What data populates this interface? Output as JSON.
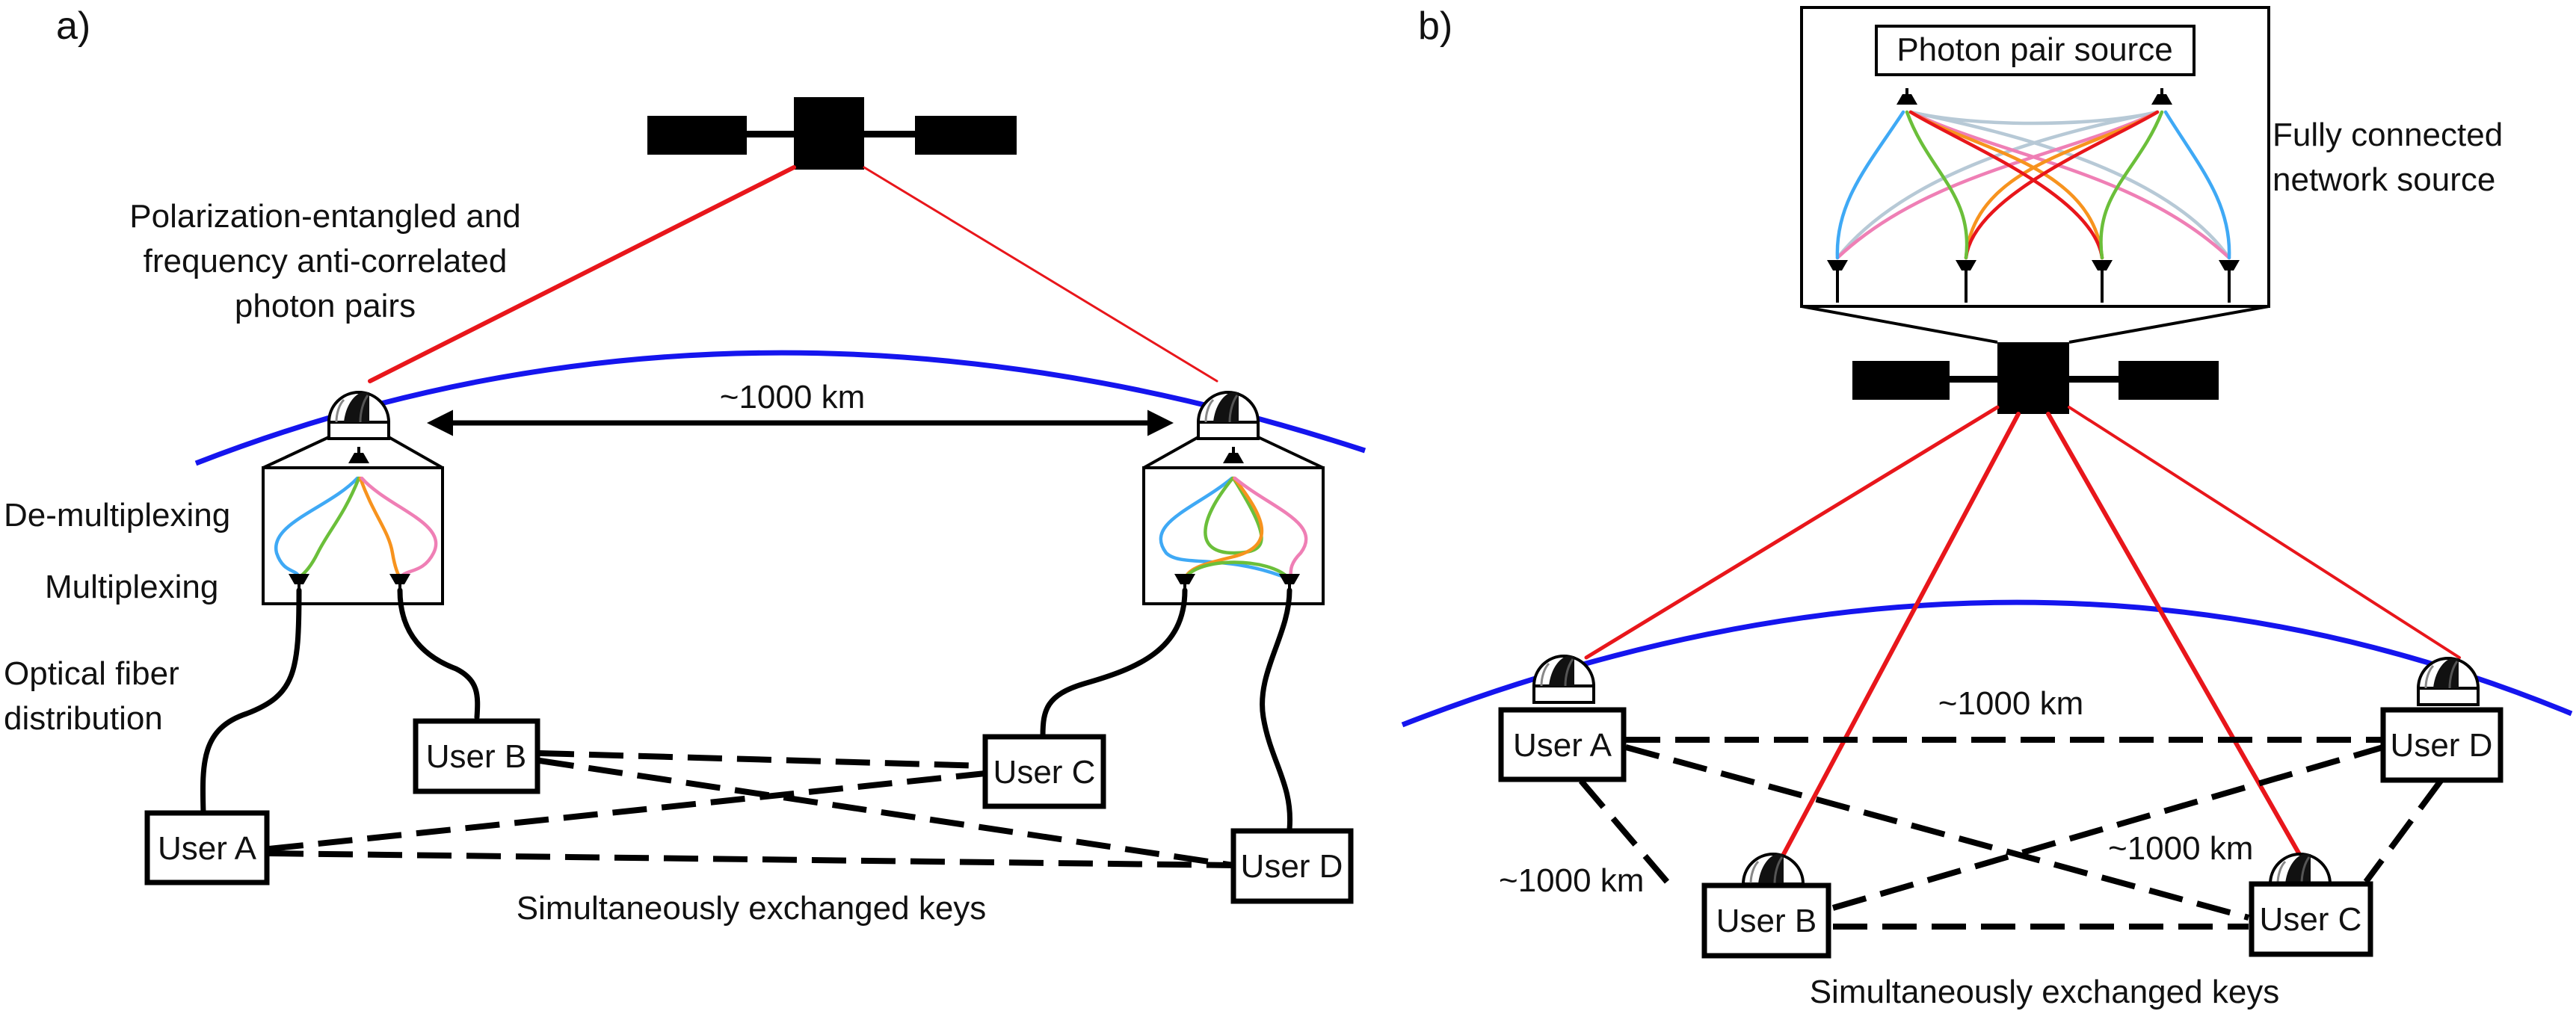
{
  "panel_a": {
    "tag": "a)",
    "source_title_lines": [
      "Polarization-entangled and",
      "frequency anti-correlated",
      "photon pairs"
    ],
    "distance": "~1000 km",
    "demux_label": "De-multiplexing",
    "mux_label": "Multiplexing",
    "fiber_label_lines": [
      "Optical fiber",
      "distribution"
    ],
    "users": [
      "User A",
      "User B",
      "User C",
      "User D"
    ],
    "caption": "Simultaneously exchanged keys"
  },
  "panel_b": {
    "tag": "b)",
    "source_box_label": "Photon pair source",
    "network_label_lines": [
      "Fully connected",
      "network source"
    ],
    "distance_top": "~1000 km",
    "distance_left": "~1000 km",
    "distance_right": "~1000 km",
    "users": [
      "User A",
      "User B",
      "User C",
      "User D"
    ],
    "caption": "Simultaneously exchanged keys"
  },
  "colors": {
    "downlink_beam": "#e8161b",
    "earth_horizon": "#1515ee",
    "wavelength_channels": [
      "#3fa9f5",
      "#6bbf3a",
      "#f7931e",
      "#ef7fb5",
      "#e8161b",
      "#b7c9d6"
    ]
  },
  "icons": [
    "satellite-icon",
    "telescope-icon",
    "fiber-coupler-icon"
  ]
}
